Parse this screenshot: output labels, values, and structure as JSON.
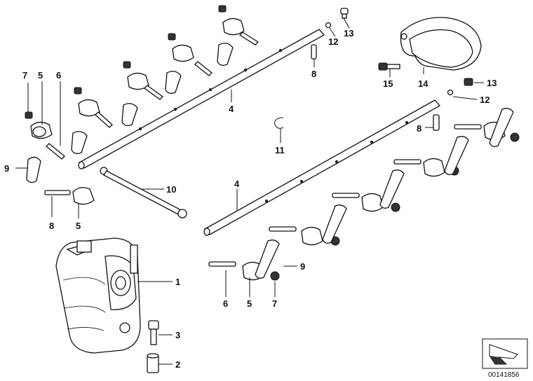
{
  "diagram": {
    "number": "00141856",
    "callouts": [
      {
        "label": "13"
      },
      {
        "label": "12"
      },
      {
        "label": "8"
      },
      {
        "label": "4"
      },
      {
        "label": "7"
      },
      {
        "label": "5"
      },
      {
        "label": "6"
      },
      {
        "label": "9"
      },
      {
        "label": "10"
      },
      {
        "label": "8"
      },
      {
        "label": "5"
      },
      {
        "label": "15"
      },
      {
        "label": "14"
      },
      {
        "label": "13"
      },
      {
        "label": "12"
      },
      {
        "label": "8"
      },
      {
        "label": "11"
      },
      {
        "label": "4"
      },
      {
        "label": "9"
      },
      {
        "label": "6"
      },
      {
        "label": "5"
      },
      {
        "label": "7"
      },
      {
        "label": "1"
      },
      {
        "label": "3"
      },
      {
        "label": "2"
      }
    ]
  }
}
